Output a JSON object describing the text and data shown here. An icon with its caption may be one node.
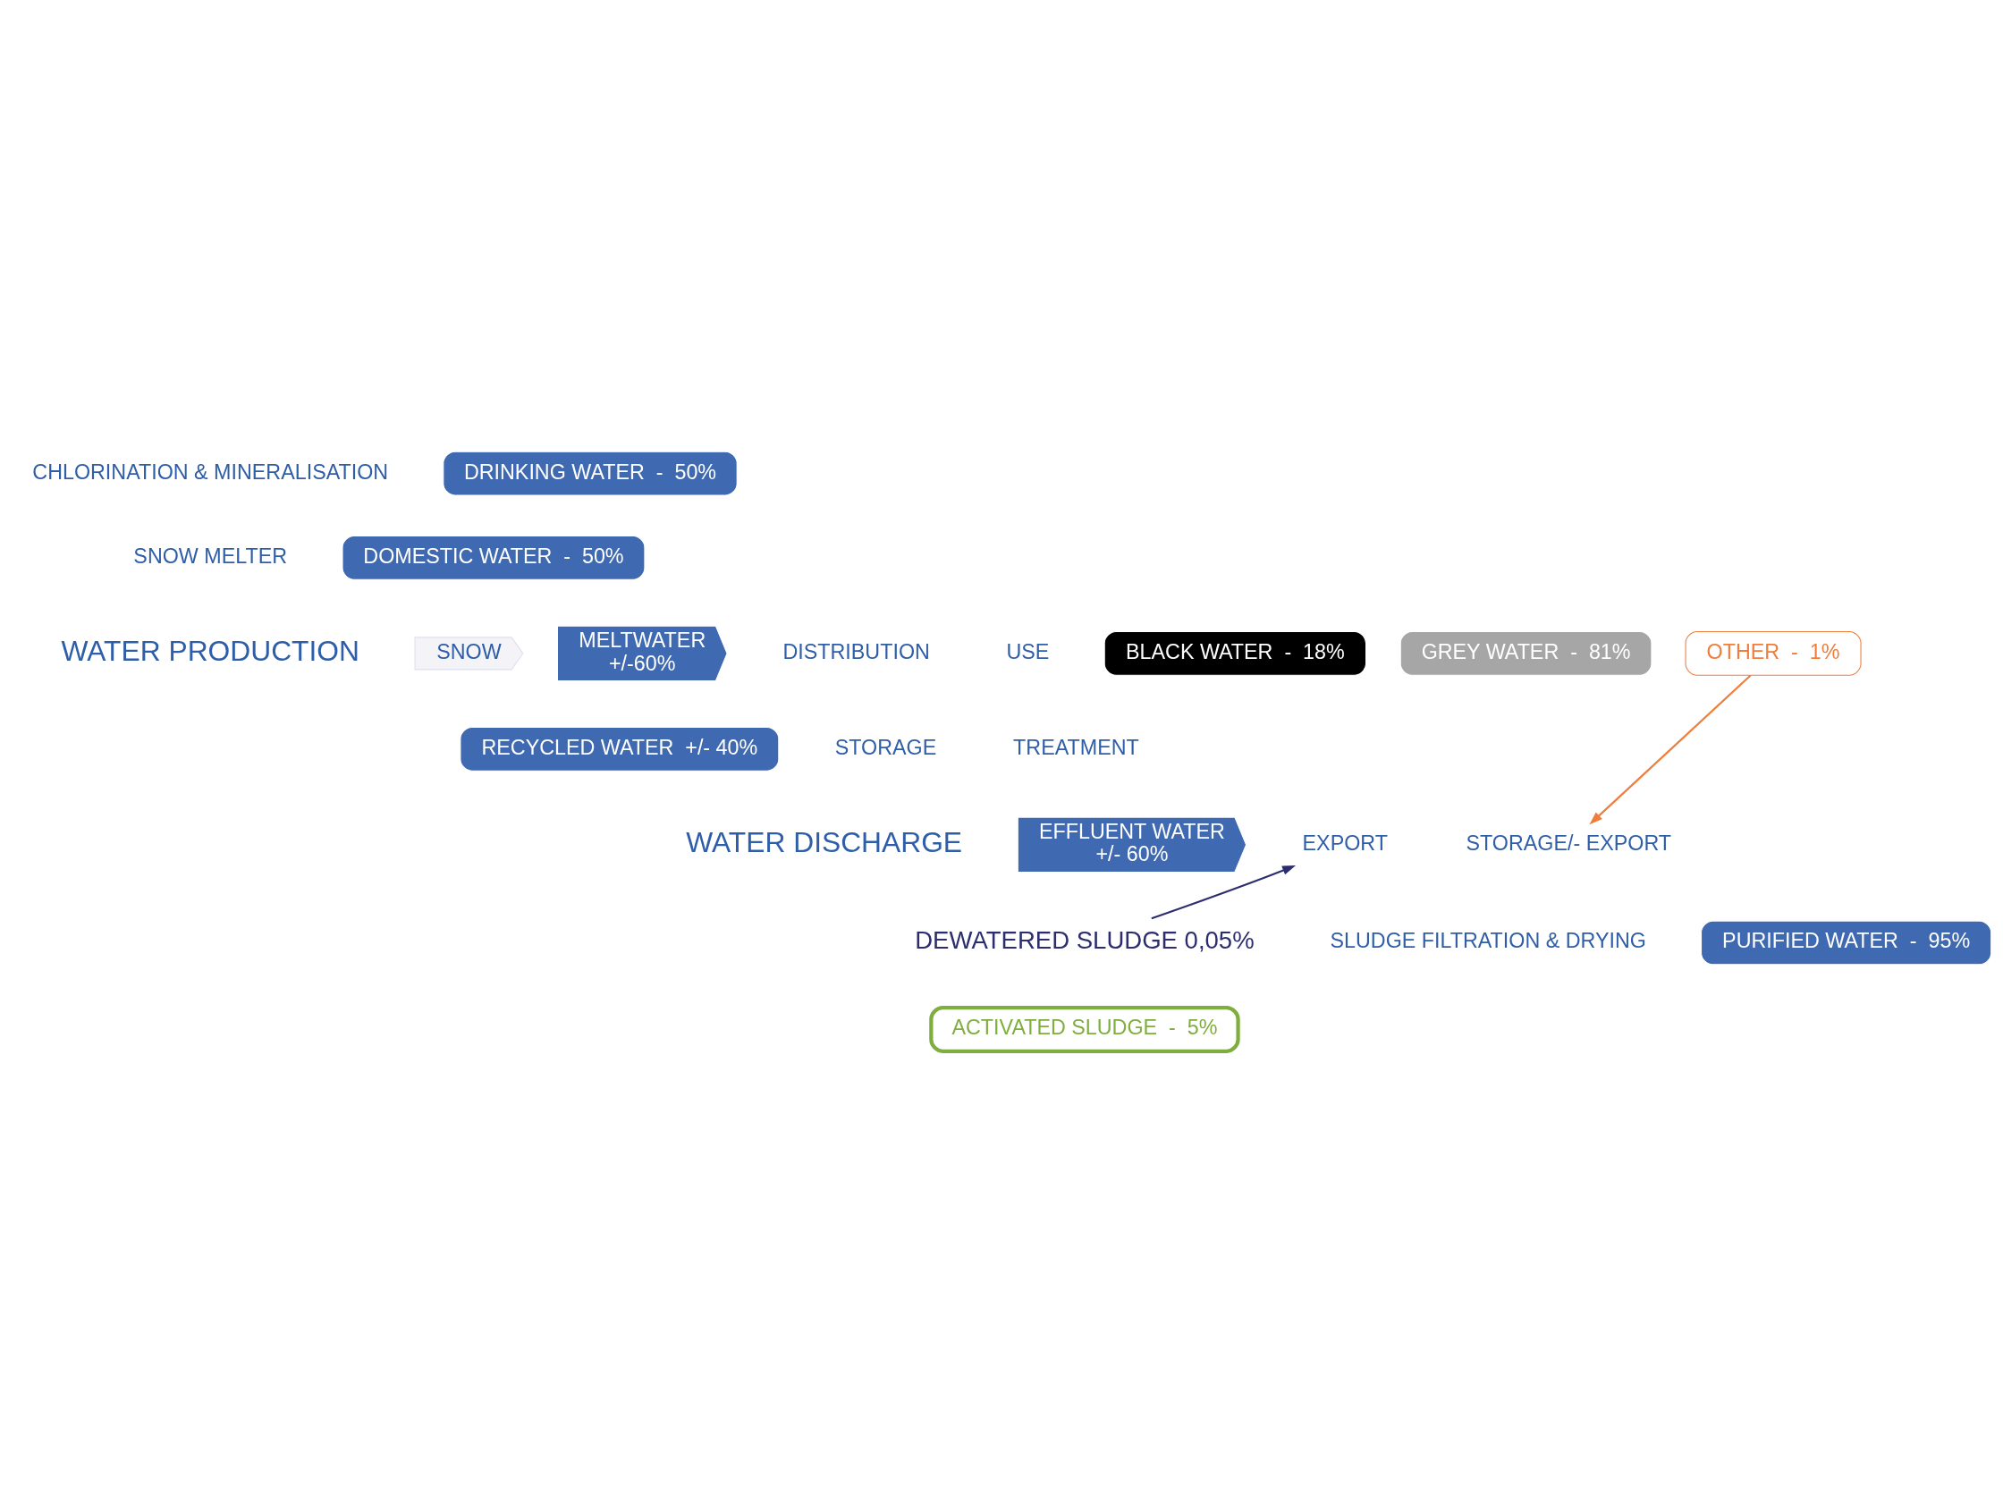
{
  "diagram": {
    "nodes": [
      {
        "text": [
          "SNOW"
        ]
      },
      {
        "text": [
          "MELTWATER",
          "+/-60%"
        ]
      },
      {
        "text": [
          "DRINKING WATER  -  50%"
        ]
      },
      {
        "text": [
          "DOMESTIC WATER  -  50%"
        ]
      },
      {
        "text": [
          "BLACK WATER  -  18%"
        ]
      },
      {
        "text": [
          "GREY WATER  -  81%"
        ]
      },
      {
        "text": [
          "OTHER  -  1%"
        ]
      },
      {
        "text": [
          "PURIFIED WATER  -  95%"
        ]
      },
      {
        "text": [
          "ACTIVATED SLUDGE  -  5%"
        ]
      },
      {
        "text": [
          "RECYCLED WATER  +/- 40%"
        ]
      },
      {
        "text": [
          "EFFLUENT WATER",
          "+/- 60%"
        ]
      },
      {
        "text": [
          "DEWATERED SLUDGE 0,05%"
        ]
      },
      {
        "text": [
          "EXPORT"
        ]
      },
      {
        "text": [
          "STORAGE/- EXPORT"
        ]
      }
    ],
    "edges": [
      {
        "from": 11,
        "to": 12,
        "arrow": "to",
        "color": "#2b2d6e"
      },
      {
        "from": 6,
        "to": 13,
        "arrow": "to",
        "color": "#ef7d3c"
      }
    ],
    "labels": [
      "CHLORINATION & MINERALISATION",
      "SNOW MELTER",
      "WATER PRODUCTION",
      "DISTRIBUTION",
      "USE",
      "STORAGE",
      "TREATMENT",
      "WATER DISCHARGE",
      "SLUDGE FILTRATION & DRYING"
    ]
  }
}
